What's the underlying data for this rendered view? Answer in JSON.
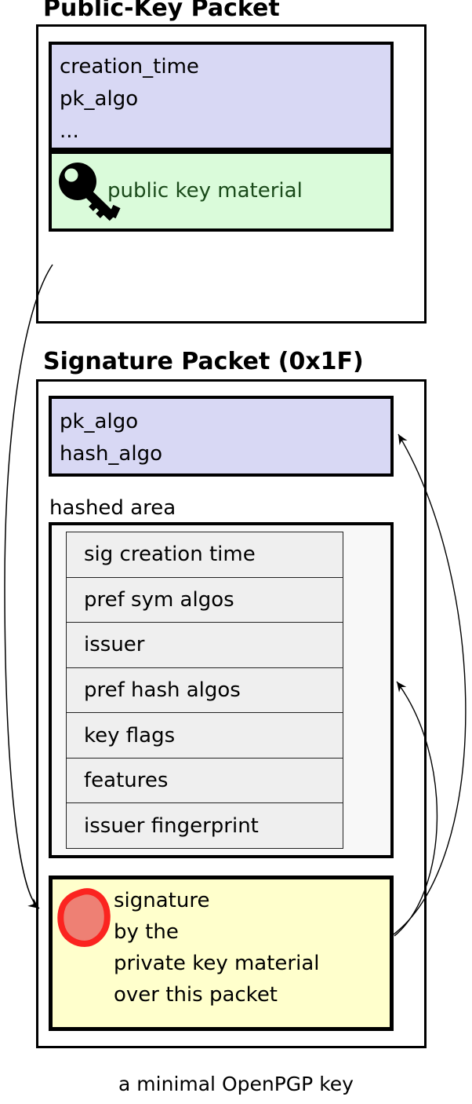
{
  "public_key_packet": {
    "title": "Public-Key Packet",
    "fields": [
      "creation_time",
      "pk_algo",
      "..."
    ],
    "material": {
      "label": "public key material",
      "icon": "key-icon"
    }
  },
  "signature_packet": {
    "title": "Signature Packet (0x1F)",
    "algo_fields": [
      "pk_algo",
      "hash_algo"
    ],
    "hashed_area": {
      "label": "hashed area",
      "rows": [
        "sig creation time",
        "pref sym algos",
        "issuer",
        "pref hash algos",
        "key flags",
        "features",
        "issuer fingerprint"
      ]
    },
    "signature": {
      "lines": [
        "signature",
        "by the",
        "private key material",
        "over this packet"
      ],
      "icon": "seal-icon"
    }
  },
  "arrows": [
    {
      "name": "arrow-pubkey-to-signature",
      "from": "public-key-packet",
      "to": "signature-box"
    },
    {
      "name": "arrow-signature-to-algo-box",
      "from": "signature-box",
      "to": "algo-box"
    },
    {
      "name": "arrow-signature-to-hashed-area",
      "from": "signature-box",
      "to": "hashed-area-box"
    }
  ],
  "caption": "a minimal OpenPGP key",
  "colors": {
    "field_box_fill": "#d8d8f4",
    "material_fill": "#dafbda",
    "material_text": "#1a4a1a",
    "hashed_box_fill": "#f8f8f8",
    "row_fill": "#efefef",
    "signature_fill": "#ffffcc",
    "seal_stroke": "#fb2420",
    "seal_fill": "#ee8074",
    "line_color": "#000000"
  }
}
